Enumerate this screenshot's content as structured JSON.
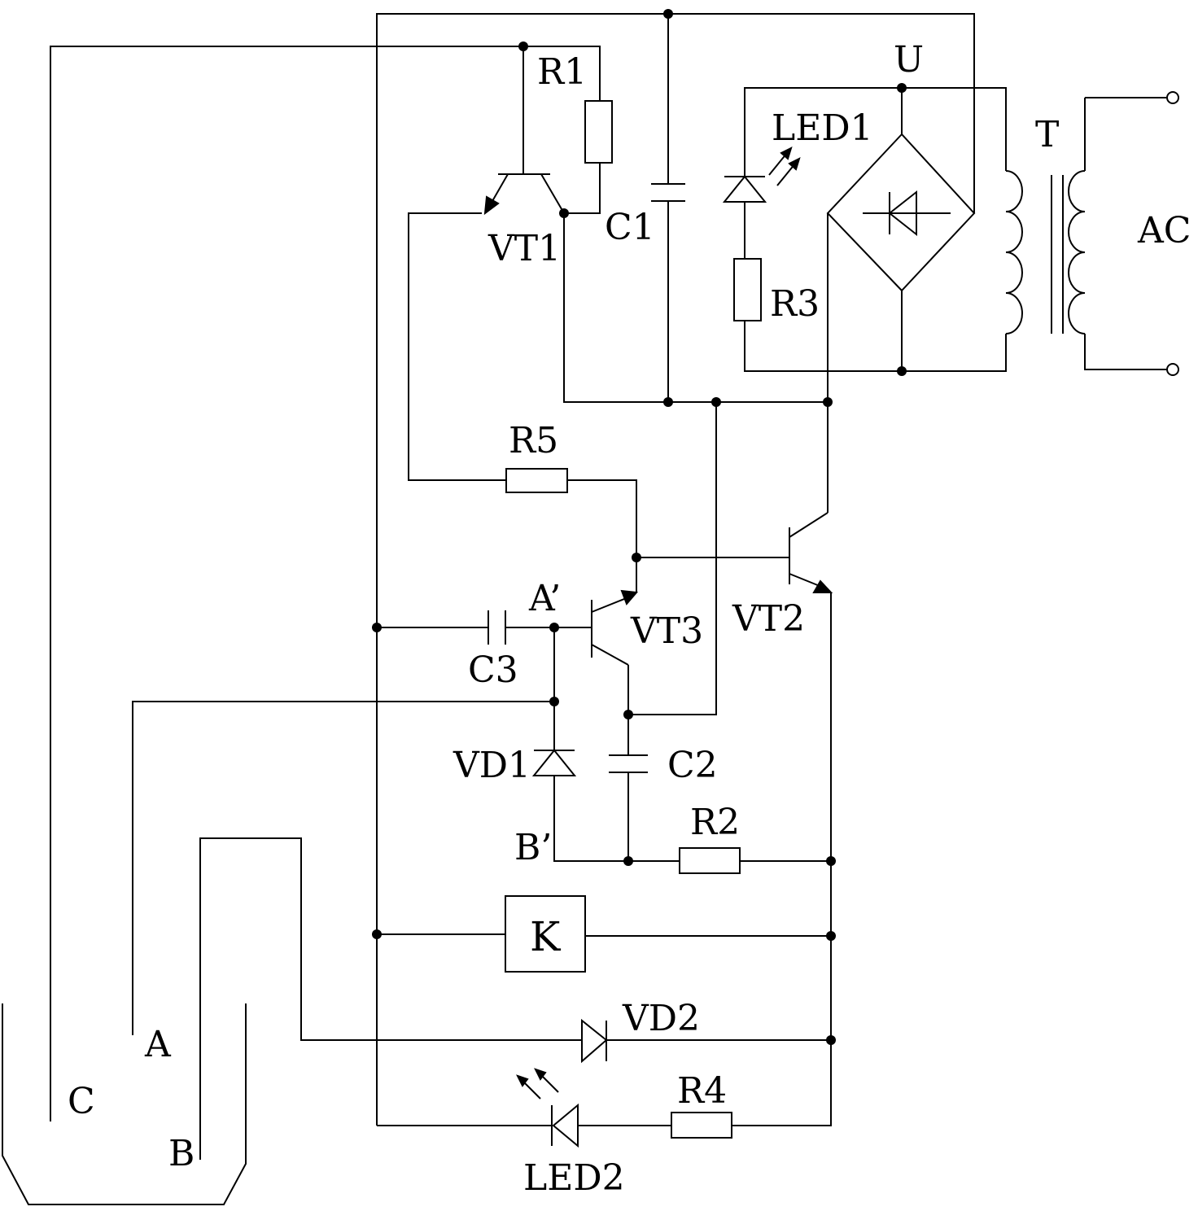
{
  "labels": {
    "R1": "R1",
    "VT1": "VT1",
    "C1": "C1",
    "U": "U",
    "LED1": "LED1",
    "R3": "R3",
    "T": "T",
    "AC": "AC",
    "R5": "R5",
    "A_prime": "A’",
    "VT3": "VT3",
    "VT2": "VT2",
    "C3": "C3",
    "VD1": "VD1",
    "C2": "C2",
    "B_prime": "B’",
    "R2": "R2",
    "K": "K",
    "VD2": "VD2",
    "R4": "R4",
    "LED2": "LED2",
    "A": "A",
    "B": "B",
    "C": "C"
  }
}
